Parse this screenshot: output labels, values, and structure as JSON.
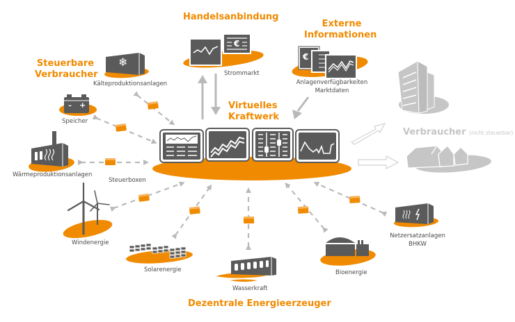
{
  "colors": {
    "accent": "#f08a00",
    "icon_dark": "#5a5a5a",
    "arrow_grey": "#b9b9b9",
    "faded_grey": "#c6c6c6",
    "label_text": "#4a4a4a"
  },
  "titles": {
    "handelsanbindung": "Handelsanbindung",
    "externe_line1": "Externe",
    "externe_line2": "Informationen",
    "steuerbare_line1": "Steuerbare",
    "steuerbare_line2": "Verbraucher",
    "vk_line1": "Virtuelles",
    "vk_line2": "Kraftwerk",
    "dezentrale": "Dezentrale Energieerzeuger",
    "verbraucher_nicht": "Verbraucher",
    "verbraucher_nicht_sub": "(nicht steuerbar)"
  },
  "labels": {
    "strommarkt": "Strommarkt",
    "anlagen_line1": "Anlagenverfügbarkeiten",
    "anlagen_line2": "Marktdaten",
    "kaelte": "Kälteproduktionsanlagen",
    "speicher": "Speicher",
    "waerme": "Wärmeproduktionsanlagen",
    "steuerboxen": "Steuerboxen",
    "wind": "Windenergie",
    "solar": "Solarenergie",
    "wasser": "Wasserkraft",
    "bio": "Bioenergie",
    "netz_line1": "Netzersatzanlagen",
    "netz_line2": "BHKW"
  },
  "icons": {
    "euro_symbol": "€",
    "snowflake_symbol": "❄",
    "lightning_symbol": "ϟ",
    "plus_symbol": "+",
    "minus_symbol": "–",
    "heat_symbol": "≋"
  }
}
